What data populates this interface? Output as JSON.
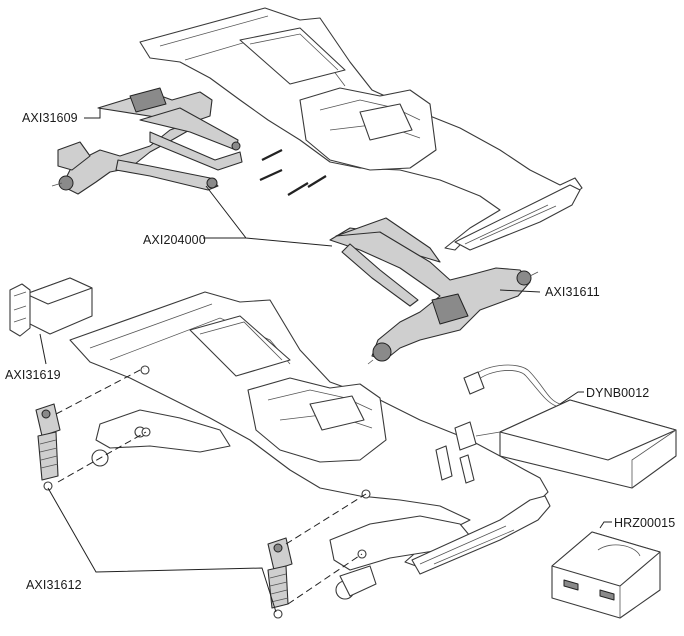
{
  "labels": {
    "axi31609": "AXI31609",
    "axi204000": "AXI204000",
    "axi31611": "AXI31611",
    "axi31619": "AXI31619",
    "dynb0012": "DYNB0012",
    "axi31612": "AXI31612",
    "hrz00015": "HRZ00015"
  },
  "colors": {
    "line": "#3a3a3a",
    "highlight_part": "#cfcfcf",
    "background": "#ffffff"
  }
}
